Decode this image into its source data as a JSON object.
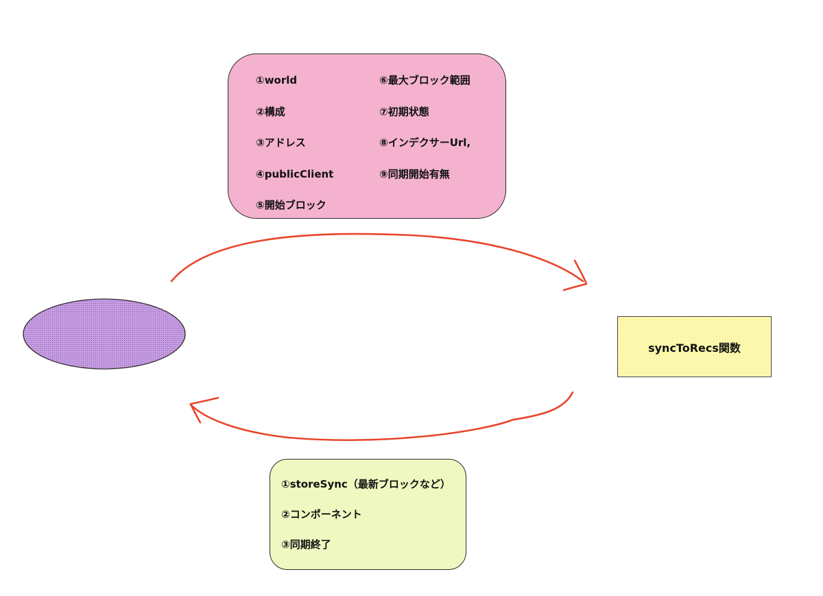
{
  "inputs": {
    "left": [
      "①world",
      "②構成",
      "③アドレス",
      "④publicClient",
      "⑤開始ブロック"
    ],
    "right": [
      "⑥最大ブロック範囲",
      "⑦初期状態",
      "⑧インデクサーUrl,",
      "⑨同期開始有無"
    ]
  },
  "function_box": {
    "label": "syncToRecs関数"
  },
  "outputs": {
    "items": [
      "①storeSync（最新ブロックなど）",
      "②コンポーネント",
      "③同期終了"
    ]
  },
  "colors": {
    "inputs_fill": "#f4b2cf",
    "outputs_fill": "#eff8c0",
    "function_fill": "#fbf6a2",
    "ellipse_fill": "#c49be0",
    "arrow": "#e8452c"
  }
}
